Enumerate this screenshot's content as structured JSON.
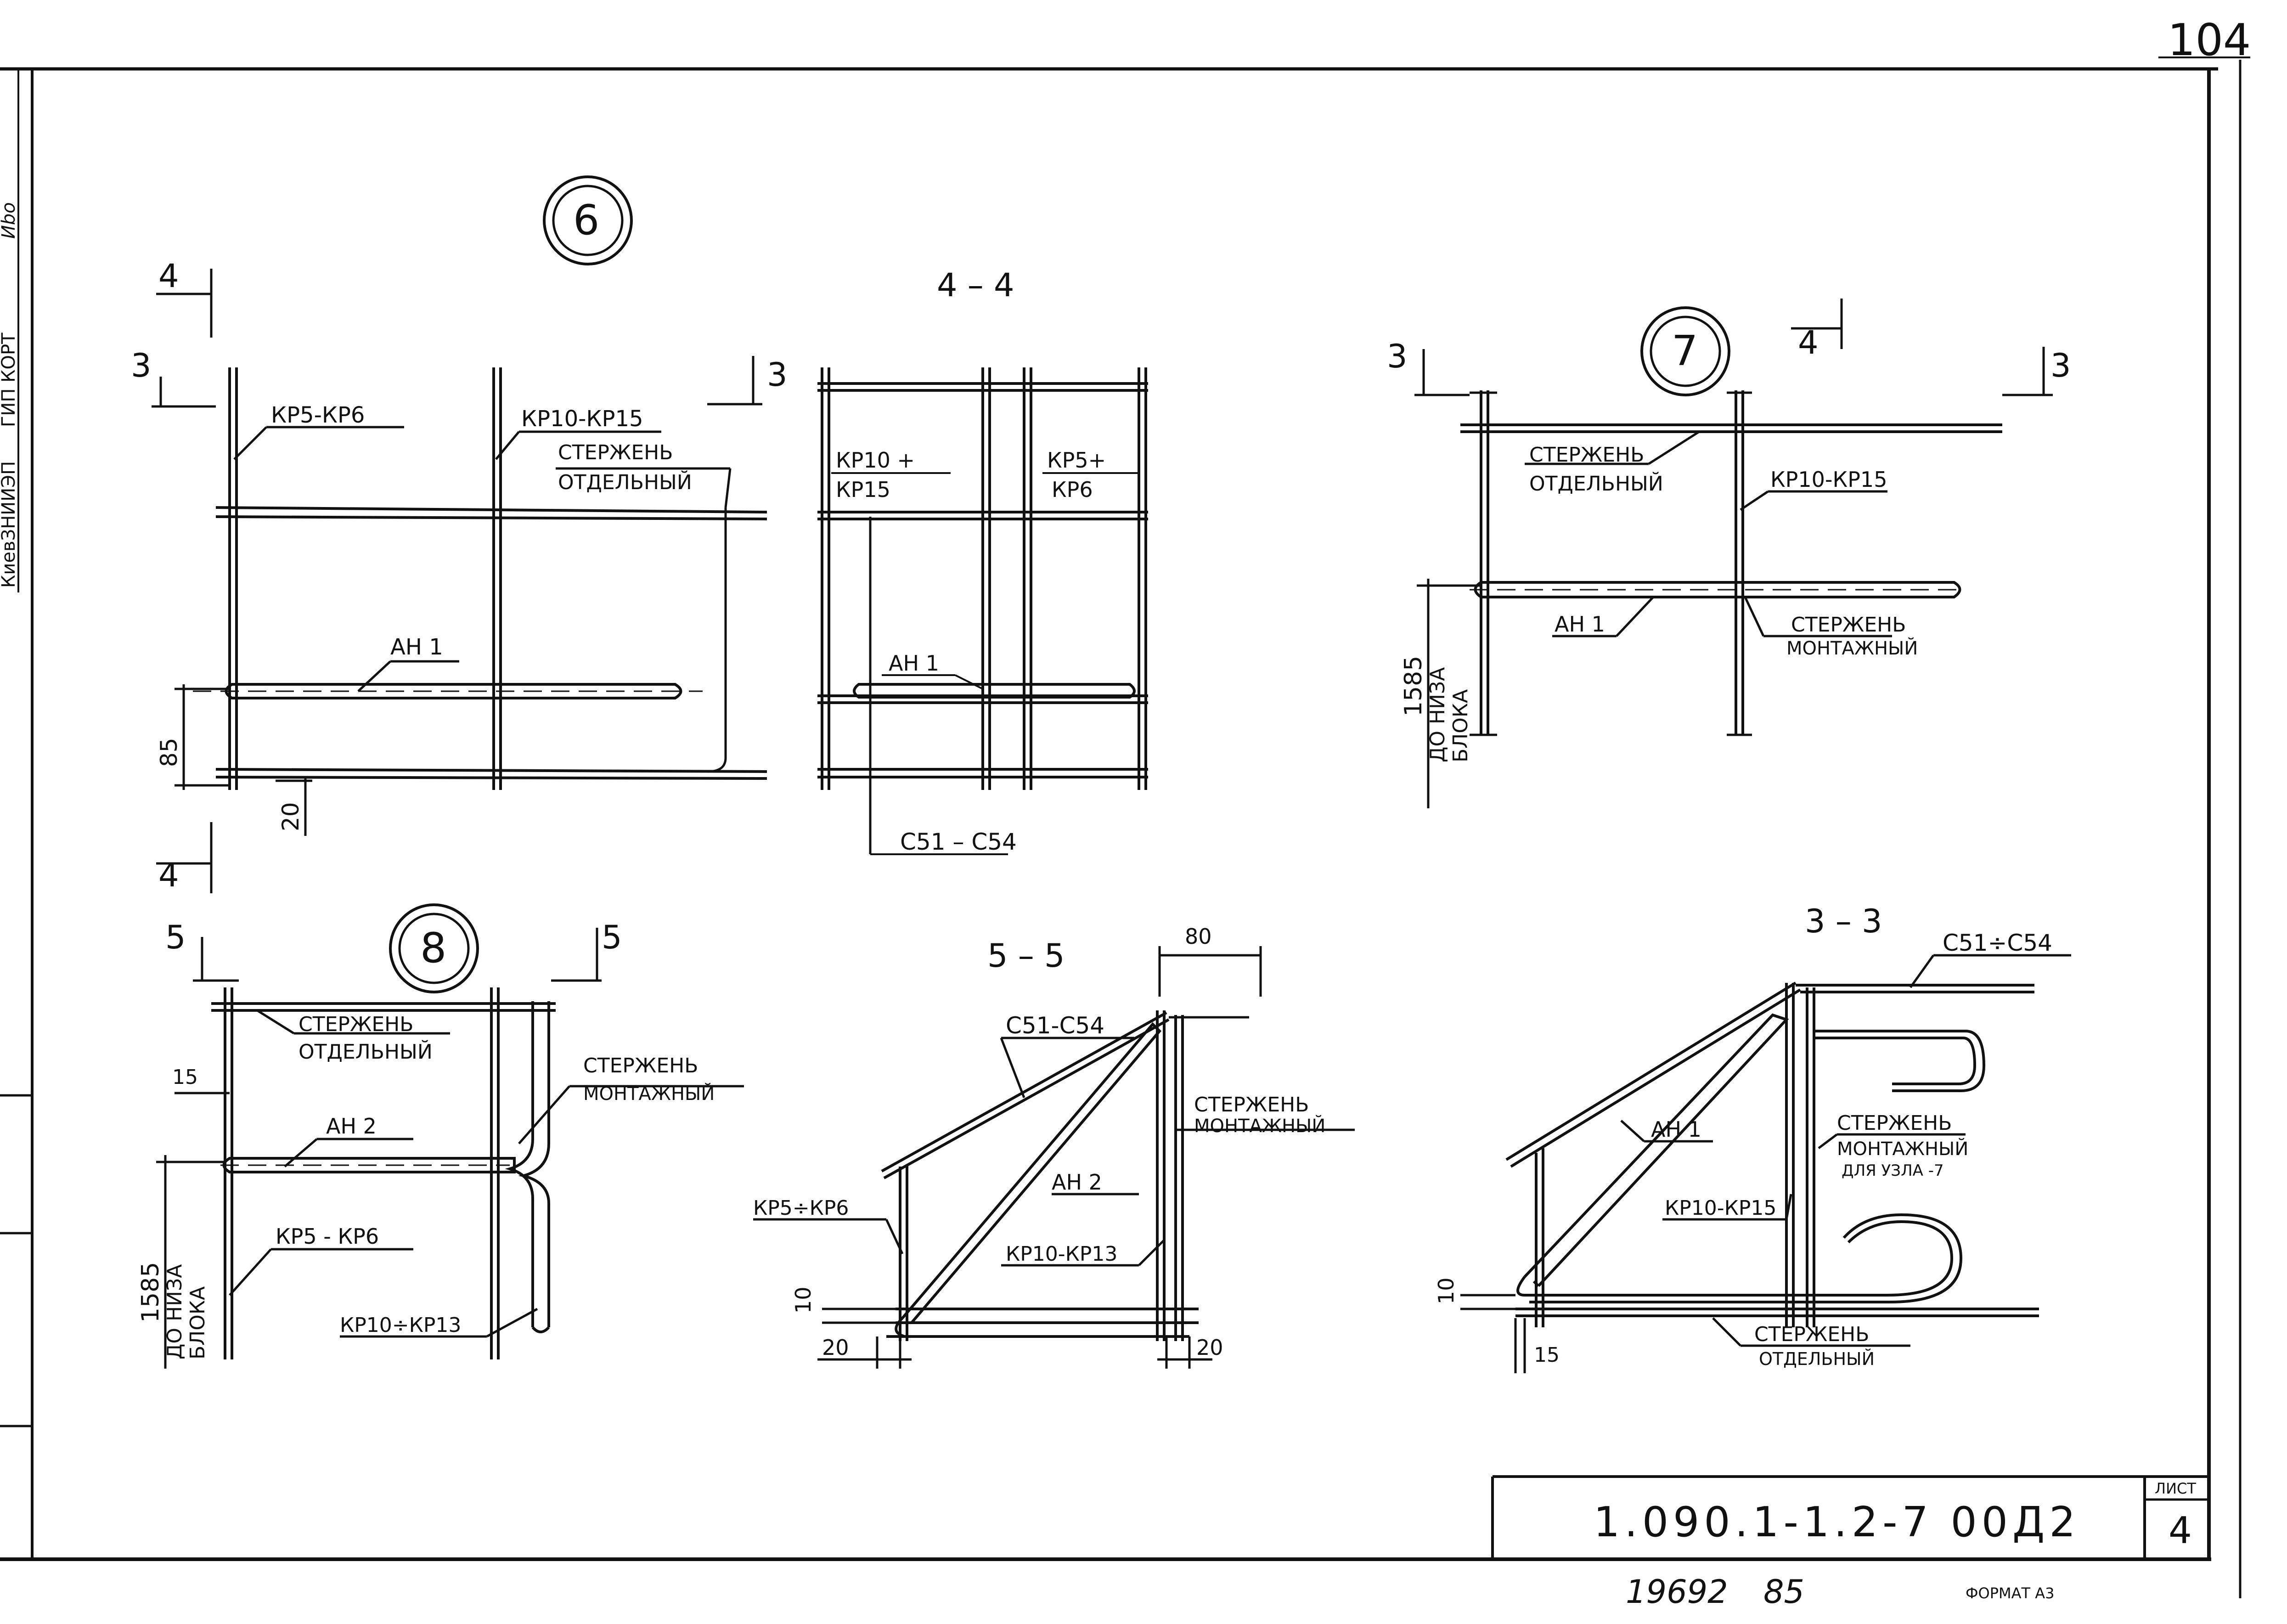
{
  "sheet": {
    "page_number": "104",
    "side_stamp": "КиевЗНИИЭП",
    "side_stamp_2": "ГИП КОРТ",
    "side_signature": "Иbo",
    "designation": "1.090.1-1.2-7 00Д2",
    "sheet_label": "ЛИСТ",
    "sheet_number": "4",
    "inventory_number": "19692",
    "year": "85",
    "format_label": "ФОРМАТ А3"
  },
  "node6": {
    "circle_label": "6",
    "cut_4": "4",
    "cut_4b": "4",
    "cut_3": "3",
    "cut_3b": "3",
    "kr_left": "КР5-КР6",
    "kr_right": "КР10-КР15",
    "rod_line1": "СТЕРЖЕНЬ",
    "rod_line2": "ОТДЕЛЬНЫЙ",
    "an": "АН 1",
    "dim_85": "85",
    "dim_20": "20"
  },
  "section44": {
    "title": "4 – 4",
    "kr10": "КР10 +",
    "kr15": "КР15",
    "kr5": "КР5+",
    "kr6": "КР6",
    "an": "АН 1",
    "c51": "С51 – С54"
  },
  "node7": {
    "circle_label": "7",
    "cut_3": "3",
    "cut_3b": "3",
    "cut_4": "4",
    "rod_line1": "СТЕРЖЕНЬ",
    "rod_line2": "ОТДЕЛЬНЫЙ",
    "kr": "КР10-КР15",
    "an": "АН 1",
    "mont_line1": "СТЕРЖЕНЬ",
    "mont_line2": "МОНТАЖНЫЙ",
    "dim_1585": "1585",
    "to_bottom_1": "ДО НИЗА",
    "to_bottom_2": "БЛОКА"
  },
  "node8": {
    "circle_label": "8",
    "cut_5": "5",
    "cut_5b": "5",
    "rod_line1": "СТЕРЖЕНЬ",
    "rod_line2": "ОТДЕЛЬНЫЙ",
    "dim_15": "15",
    "mont_line1": "СТЕРЖЕНЬ",
    "mont_line2": "МОНТАЖНЫЙ",
    "an": "АН 2",
    "kr5": "КР5 - КР6",
    "kr10": "КР10÷КР13",
    "dim_1585": "1585",
    "to_bottom_1": "ДО НИЗА",
    "to_bottom_2": "БЛОКА"
  },
  "section55": {
    "title": "5 – 5",
    "dim_80": "80",
    "c51": "С51-С54",
    "mont_line1": "СТЕРЖЕНЬ",
    "mont_line2": "МОНТАЖНЫЙ",
    "an": "АН 2",
    "kr5": "КР5÷КР6",
    "kr10": "КР10-КР13",
    "dim_10": "10",
    "dim_20a": "20",
    "dim_20b": "20"
  },
  "section33": {
    "title": "3 – 3",
    "c51": "С51÷С54",
    "an": "АН 1",
    "mont_line1": "СТЕРЖЕНЬ",
    "mont_line2": "МОНТАЖНЫЙ",
    "mont_line3": "ДЛЯ УЗЛА -7",
    "kr10": "КР10-КР15",
    "dim_10": "10",
    "dim_15": "15",
    "rod_line1": "СТЕРЖЕНЬ",
    "rod_line2": "ОТДЕЛЬНЫЙ"
  }
}
